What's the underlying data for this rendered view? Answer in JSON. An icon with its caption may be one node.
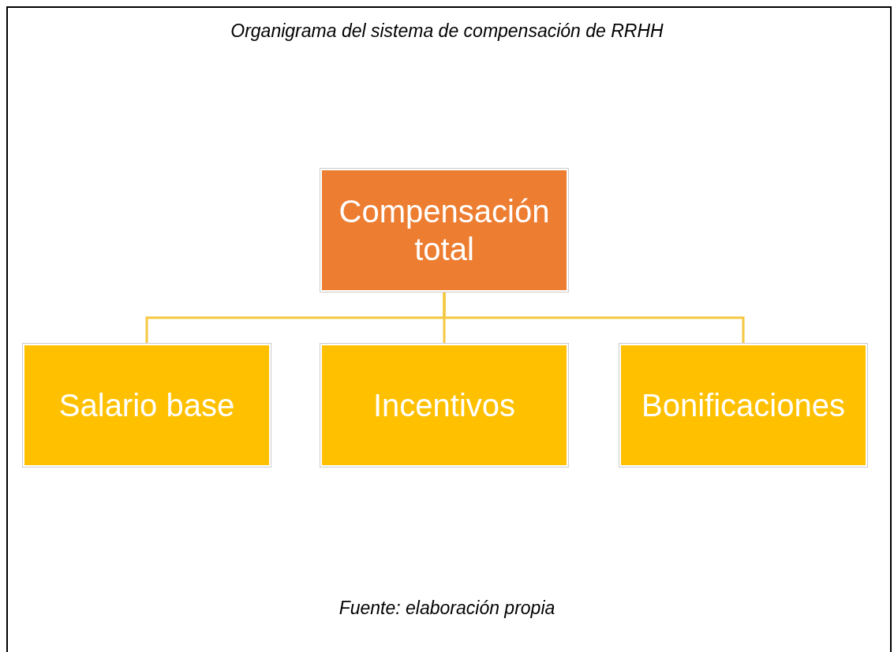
{
  "diagram": {
    "title": "Organigrama del sistema de compensación de RRHH",
    "caption": "Fuente: elaboración propia",
    "nodes": [
      {
        "text": [
          "Compensación total"
        ]
      },
      {
        "text": [
          "Salario base"
        ]
      },
      {
        "text": [
          "Incentivos"
        ]
      },
      {
        "text": [
          "Bonificaciones"
        ]
      }
    ],
    "edges": [
      {
        "from": 0,
        "to": 1,
        "arrow": "none"
      },
      {
        "from": 0,
        "to": 2,
        "arrow": "none"
      },
      {
        "from": 0,
        "to": 3,
        "arrow": "none"
      }
    ]
  }
}
